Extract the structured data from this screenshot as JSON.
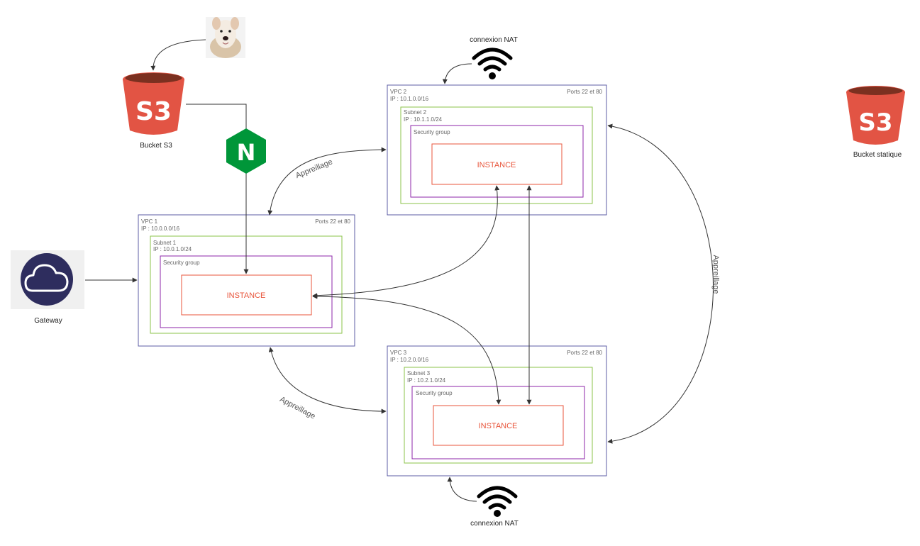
{
  "colors": {
    "vpc_border": "#5c5ea6",
    "subnet_border": "#8bc34a",
    "sg_border": "#8e24aa",
    "instance_border": "#e8553b",
    "instance_text": "#e8553b",
    "s3_red": "#e25444",
    "s3_dark": "#7b3020",
    "nginx_green": "#009639",
    "gateway_dark": "#2e2d5e",
    "connector": "#333333"
  },
  "icons": {
    "dog": "dog-photo",
    "bucket_s3": "s3-bucket-icon",
    "bucket_static": "s3-bucket-icon",
    "nginx": "nginx-icon",
    "gateway": "cloud-icon",
    "nat": "wifi-icon"
  },
  "s3_text": "S3",
  "nginx_text": "N",
  "labels": {
    "bucket_s3": "Bucket S3",
    "bucket_static": "Bucket statique",
    "gateway": "Gateway",
    "nat_top": "connexion NAT",
    "nat_bottom": "connexion NAT"
  },
  "vpcs": [
    {
      "title": "VPC 1",
      "ip": "IP : 10.0.0.0/16",
      "ports": "Ports 22 et 80",
      "subnet": {
        "title": "Subnet 1",
        "ip": "IP : 10.0.1.0/24"
      },
      "security_group": "Security group",
      "instance": "INSTANCE"
    },
    {
      "title": "VPC 2",
      "ip": "IP : 10.1.0.0/16",
      "ports": "Ports 22 et 80",
      "subnet": {
        "title": "Subnet 2",
        "ip": "IP : 10.1.1.0/24"
      },
      "security_group": "Security group",
      "instance": "INSTANCE"
    },
    {
      "title": "VPC 3",
      "ip": "IP : 10.2.0.0/16",
      "ports": "Ports 22 et 80",
      "subnet": {
        "title": "Subnet 3",
        "ip": "IP : 10.2.1.0/24"
      },
      "security_group": "Security group",
      "instance": "INSTANCE"
    }
  ],
  "edges": {
    "peering_1_2": "Appreillage",
    "peering_1_3": "Appreillage",
    "peering_2_3": "Appreillage"
  }
}
